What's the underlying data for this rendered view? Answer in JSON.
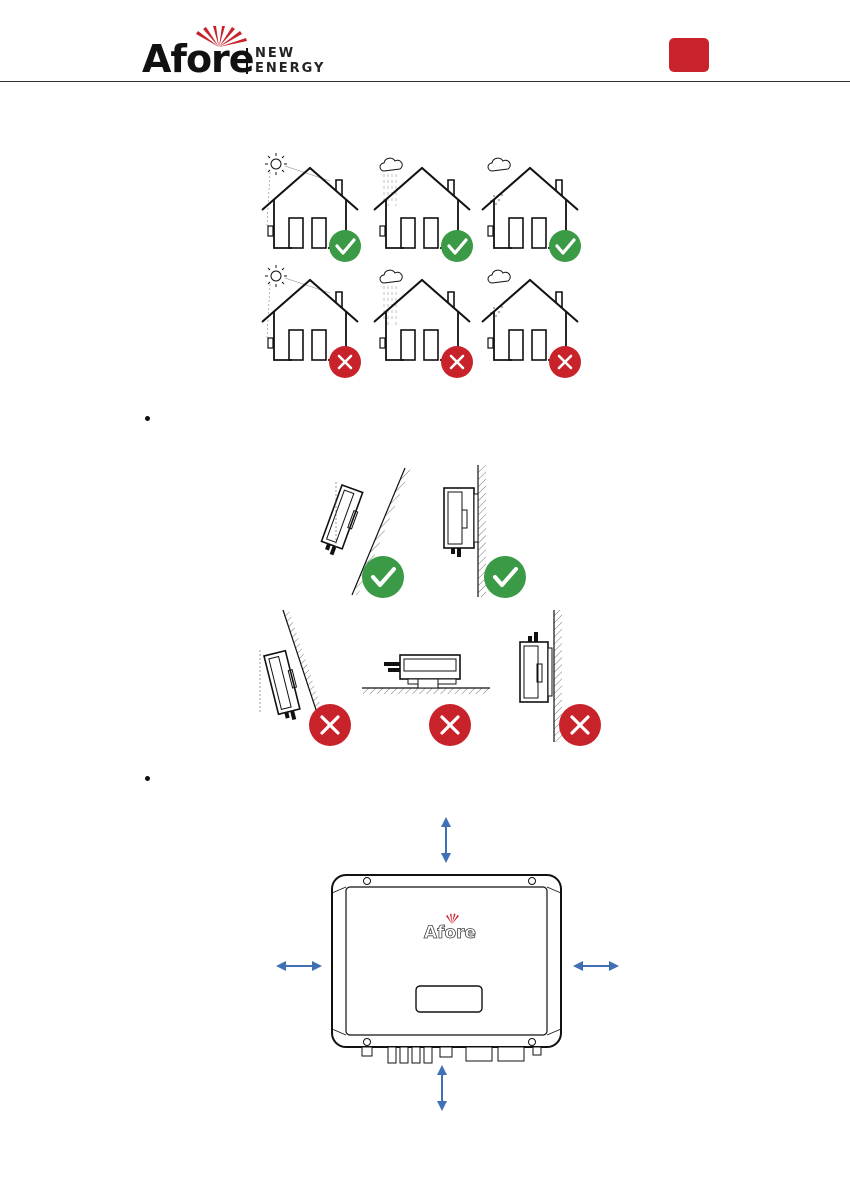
{
  "header": {
    "logo_word": "Afore",
    "logo_new": "NEW",
    "logo_energy": "ENERGY"
  },
  "colors": {
    "ok": "#3a9a46",
    "bad": "#c8222a",
    "arrow": "#3f6fb5",
    "brand_red": "#c8222a"
  },
  "figures": {
    "weather": {
      "top_row": [
        "sun",
        "rain",
        "snow"
      ],
      "top_status": [
        "ok",
        "ok",
        "ok"
      ],
      "bottom_row": [
        "sun",
        "rain",
        "snow"
      ],
      "bottom_status": [
        "bad",
        "bad",
        "bad"
      ]
    },
    "mounting": {
      "top_row": [
        "tilted-back",
        "vertical"
      ],
      "top_status": [
        "ok",
        "ok"
      ],
      "bottom_row": [
        "tilted-forward",
        "horizontal",
        "upside-down"
      ],
      "bottom_status": [
        "bad",
        "bad",
        "bad"
      ]
    },
    "clearance": {
      "device_logo": "Afore",
      "arrows": [
        "top",
        "bottom",
        "left",
        "right"
      ]
    }
  }
}
